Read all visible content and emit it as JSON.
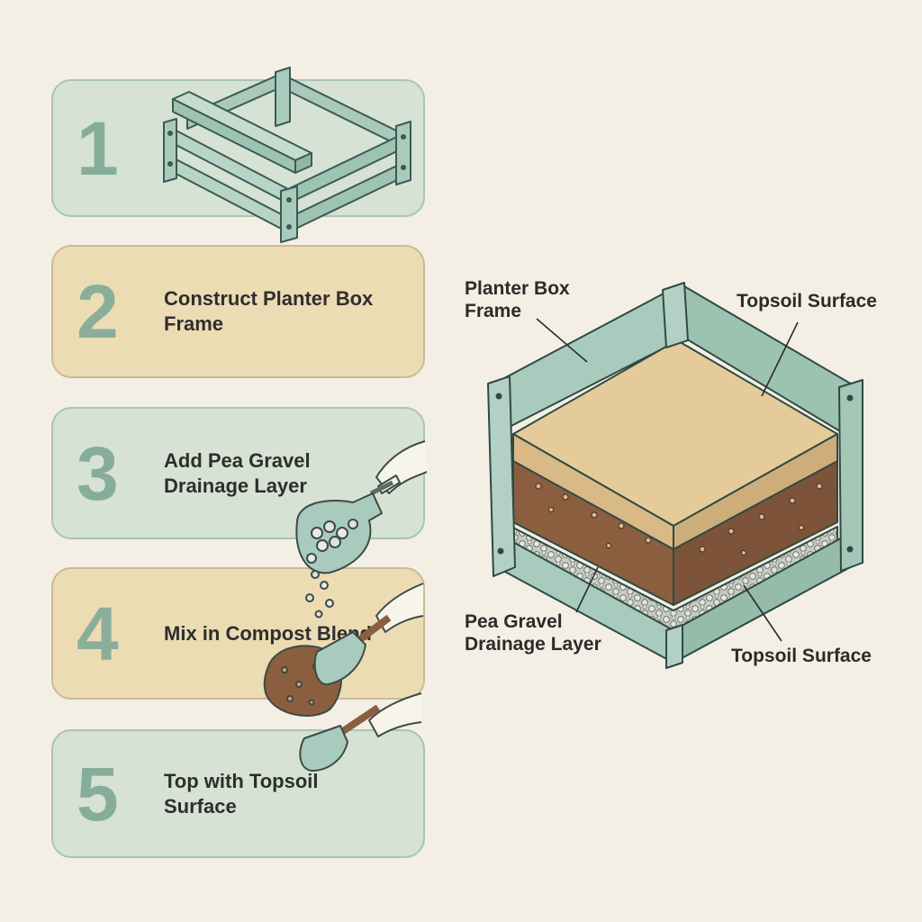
{
  "steps": [
    {
      "number": "1",
      "label": ""
    },
    {
      "number": "2",
      "label": "Construct Planter Box Frame"
    },
    {
      "number": "3",
      "label": "Add Pea Gravel Drainage Layer"
    },
    {
      "number": "4",
      "label": "Mix in Compost Blend"
    },
    {
      "number": "5",
      "label": "Top with Topsoil Surface"
    }
  ],
  "callouts": {
    "frame": "Planter Box Frame",
    "topsoil_top": "Topsoil Surface",
    "gravel": "Pea Gravel Drainage Layer",
    "topsoil_bottom": "Topsoil Surface"
  },
  "colors": {
    "background": "#f3efe4",
    "frame_green": "#a8cbbd",
    "topsoil": "#e6cb9a",
    "compost": "#8b5e40",
    "gravel": "#d3d6cf"
  },
  "icons": [
    "frame-assembly-icon",
    "gravel-scoop-icon",
    "compost-trowel-icon",
    "topsoil-trowel-icon"
  ]
}
